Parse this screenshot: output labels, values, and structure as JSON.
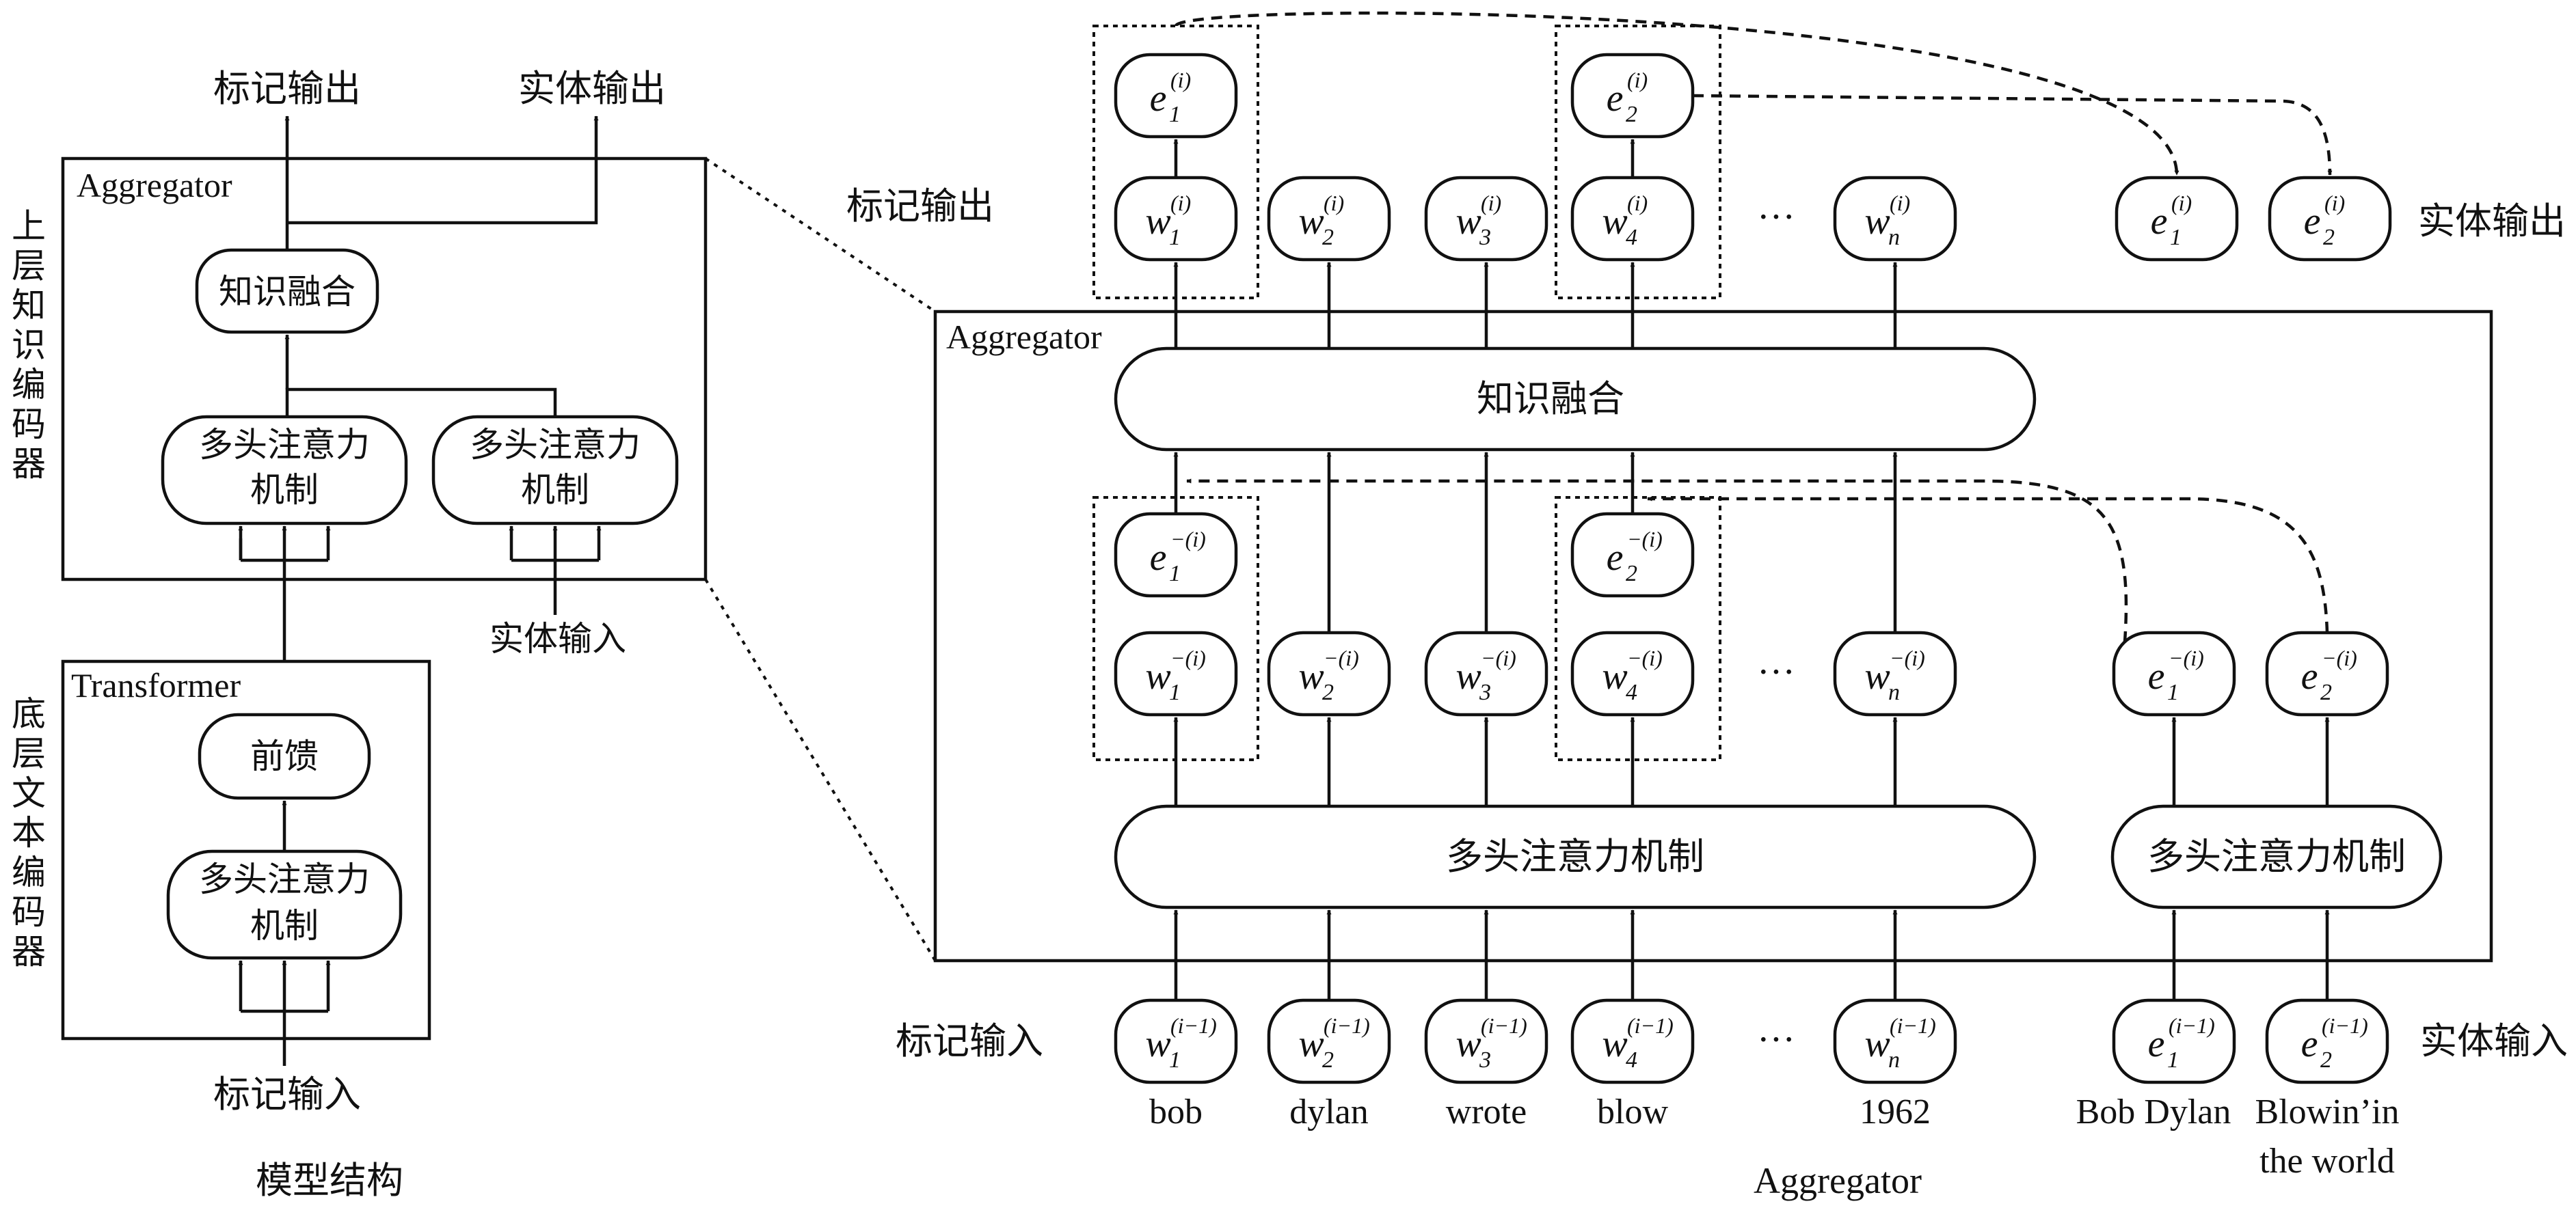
{
  "left": {
    "upper_side_label": "上层知识编码器",
    "lower_side_label": "底层文本编码器",
    "aggregator_title": "Aggregator",
    "transformer_title": "Transformer",
    "out_token": "标记输出",
    "out_entity": "实体输出",
    "fusion": "知识融合",
    "mha_line1": "多头注意力",
    "mha_line2": "机制",
    "feedforward": "前馈",
    "entity_input": "实体输入",
    "token_input": "标记输入",
    "caption": "模型结构"
  },
  "right": {
    "aggregator_title": "Aggregator",
    "out_token": "标记输出",
    "out_entity": "实体输出",
    "fusion": "知识融合",
    "mha": "多头注意力机制",
    "mha_entity": "多头注意力机制",
    "token_input": "标记输入",
    "entity_input": "实体输入",
    "ellipsis": "···",
    "caption": "Aggregator",
    "tokens": [
      "bob",
      "dylan",
      "wrote",
      "blow",
      "1962"
    ],
    "entities_line1": [
      "Bob Dylan",
      "Blowin’in"
    ],
    "entities_line2": [
      "",
      "the world"
    ],
    "superscripts": {
      "current": "(i)",
      "intermediate": "−(i)",
      "previous": "(i−1)"
    }
  }
}
